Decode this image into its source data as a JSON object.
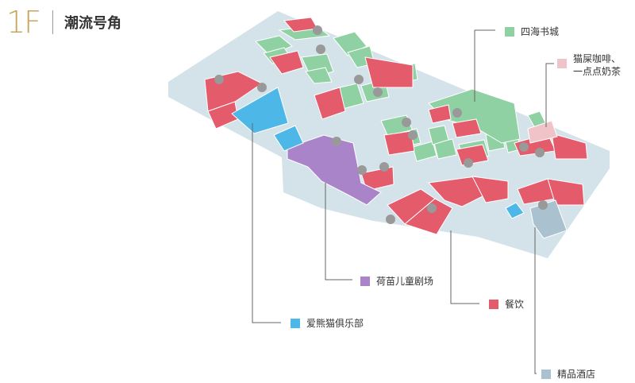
{
  "header": {
    "floor": "1F",
    "title": "潮流号角"
  },
  "colors": {
    "retail": "#8fd1a3",
    "dining": "#e45b6c",
    "cafe": "#f0c3c9",
    "theater": "#a984c8",
    "club": "#4db8e8",
    "hotel": "#aac1cf",
    "floor": "#d4e3ea",
    "leader": "#666666"
  },
  "legend": {
    "bookstore": "四海书城",
    "cafe_line1": "猫屎咖啡、",
    "cafe_line2": "一点点奶茶",
    "theater": "荷苗儿童剧场",
    "dining": "餐饮",
    "club": "爱熊猫俱乐部",
    "hotel": "精品酒店"
  },
  "icons": [
    "elevator-icon",
    "escalator-icon"
  ]
}
